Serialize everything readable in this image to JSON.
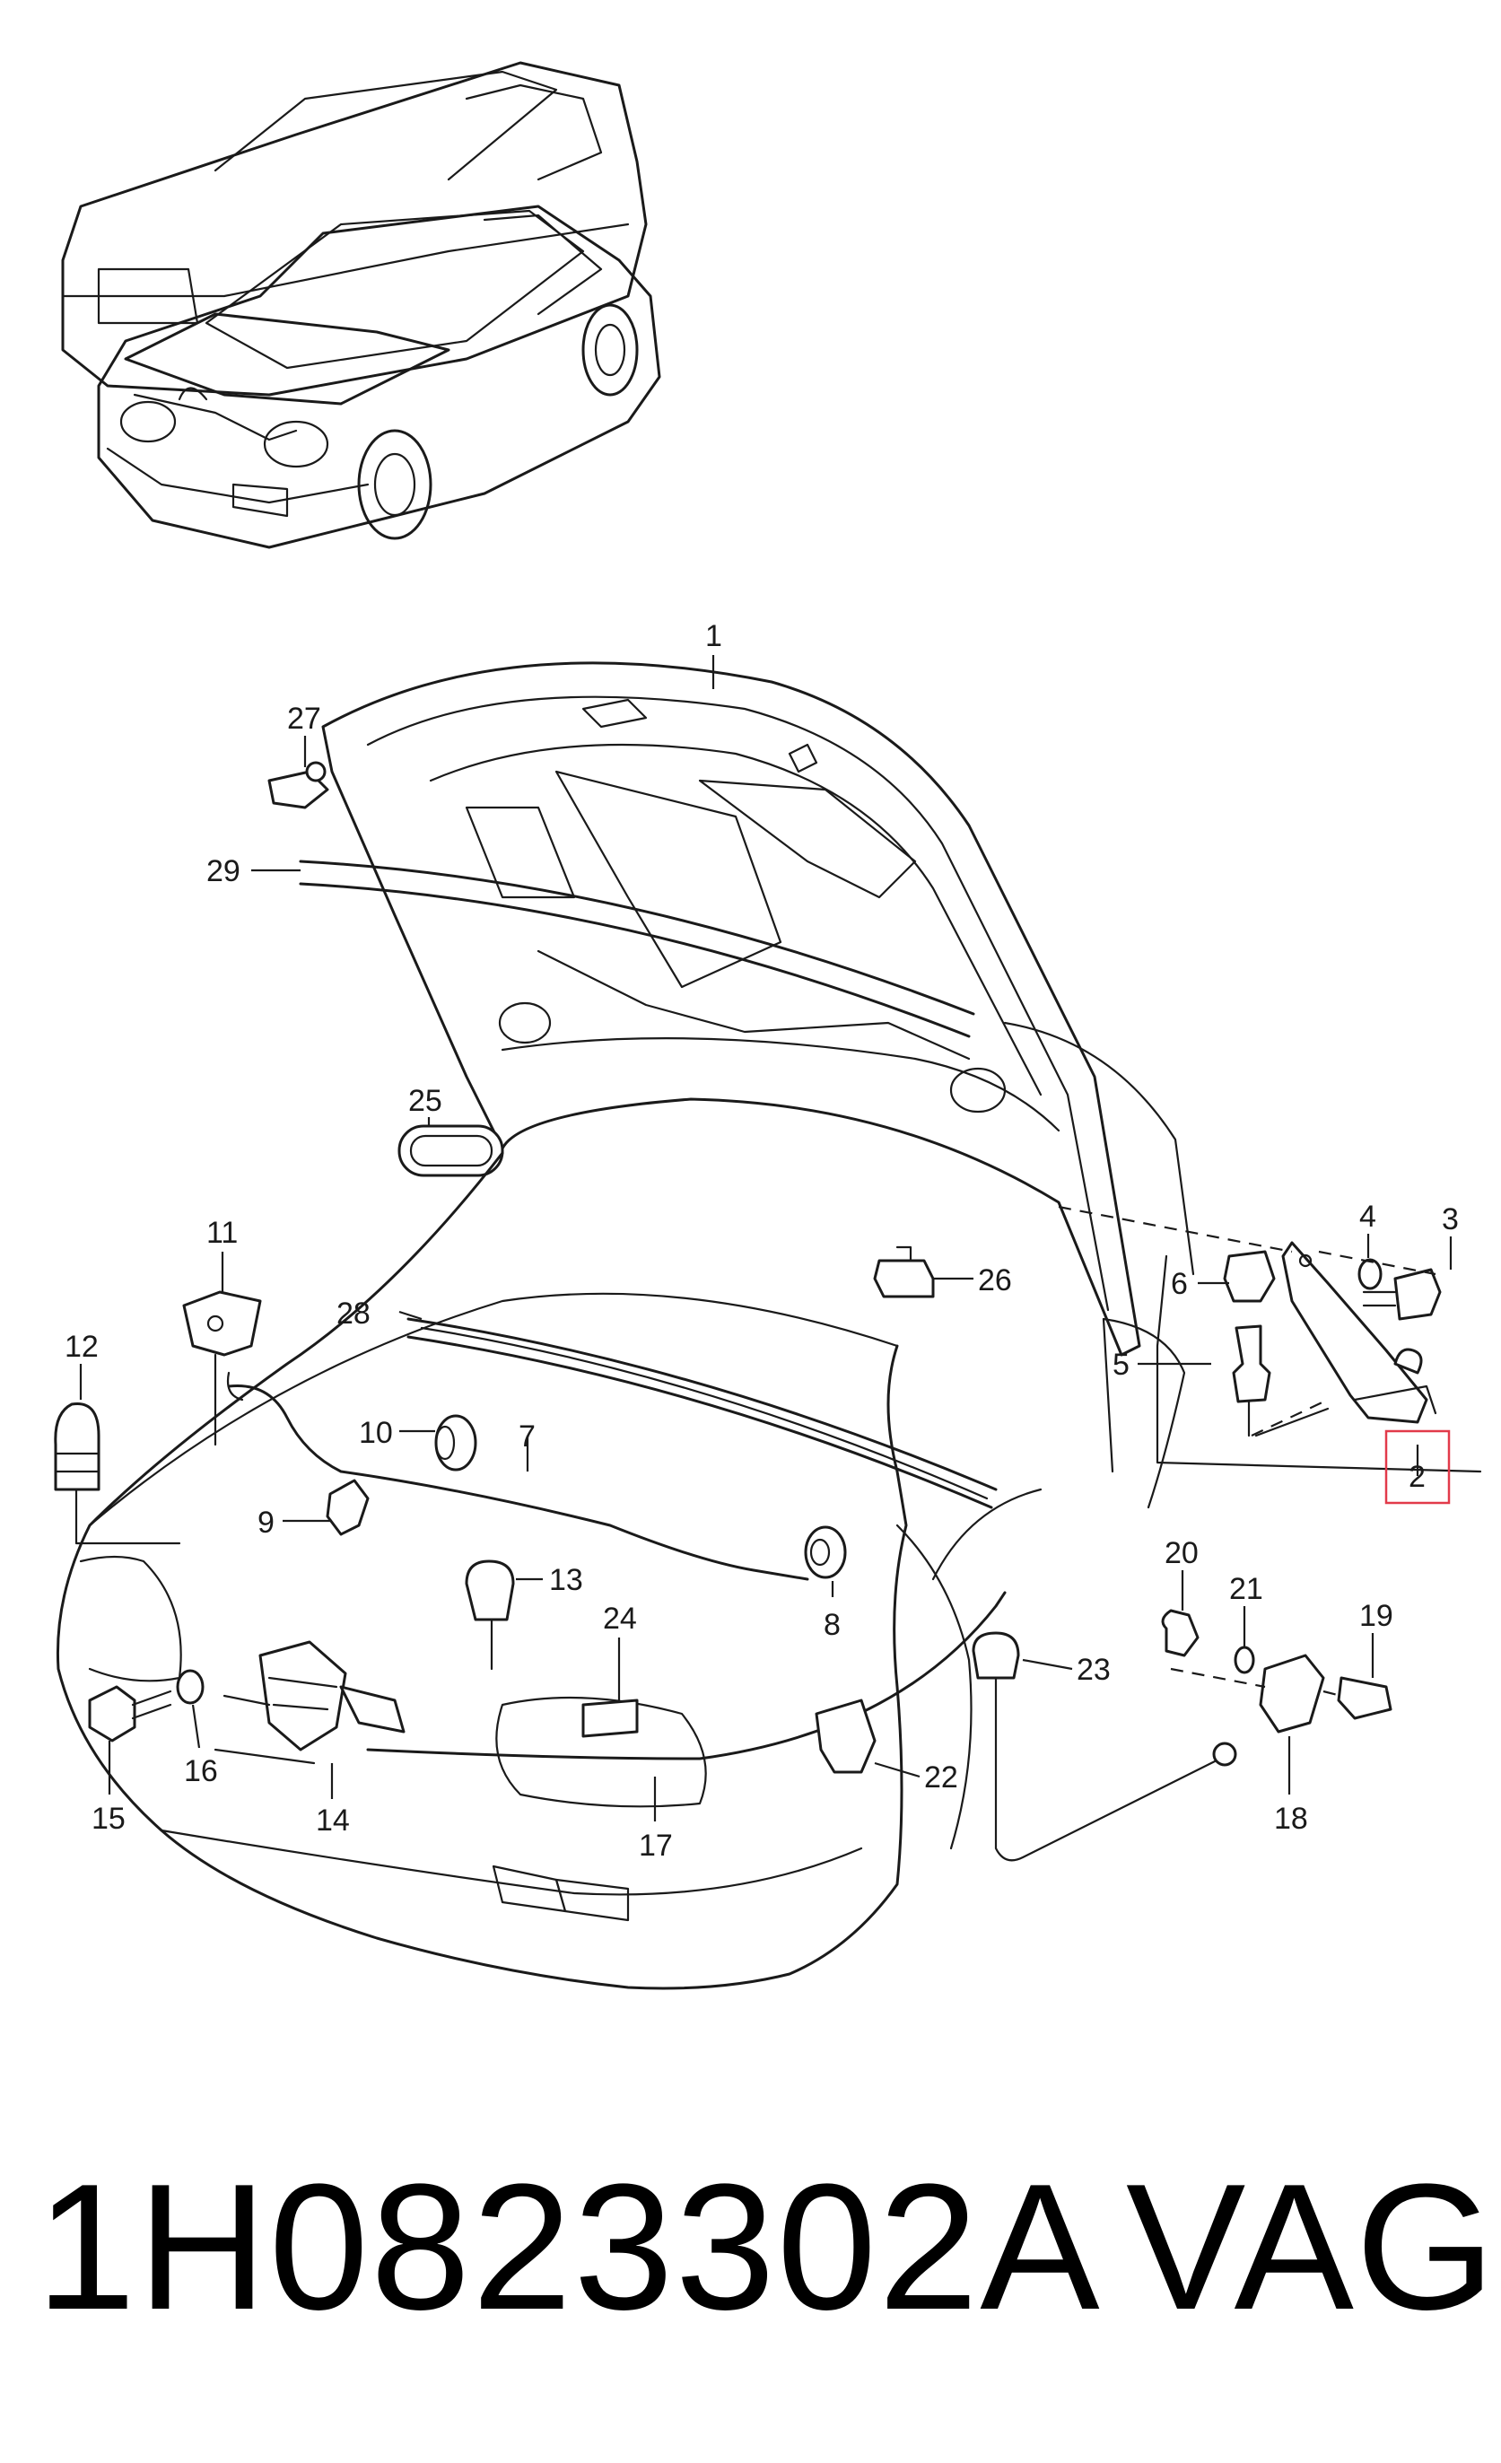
{
  "callouts": [
    {
      "id": "c1",
      "label": "1"
    },
    {
      "id": "c2",
      "label": "2"
    },
    {
      "id": "c3",
      "label": "3"
    },
    {
      "id": "c4",
      "label": "4"
    },
    {
      "id": "c5",
      "label": "5"
    },
    {
      "id": "c6",
      "label": "6"
    },
    {
      "id": "c7",
      "label": "7"
    },
    {
      "id": "c8",
      "label": "8"
    },
    {
      "id": "c9",
      "label": "9"
    },
    {
      "id": "c10",
      "label": "10"
    },
    {
      "id": "c11",
      "label": "11"
    },
    {
      "id": "c12",
      "label": "12"
    },
    {
      "id": "c13",
      "label": "13"
    },
    {
      "id": "c14",
      "label": "14"
    },
    {
      "id": "c15",
      "label": "15"
    },
    {
      "id": "c16",
      "label": "16"
    },
    {
      "id": "c17",
      "label": "17"
    },
    {
      "id": "c18",
      "label": "18"
    },
    {
      "id": "c19",
      "label": "19"
    },
    {
      "id": "c20",
      "label": "20"
    },
    {
      "id": "c21",
      "label": "21"
    },
    {
      "id": "c22",
      "label": "22"
    },
    {
      "id": "c23",
      "label": "23"
    },
    {
      "id": "c24",
      "label": "24"
    },
    {
      "id": "c25",
      "label": "25"
    },
    {
      "id": "c26",
      "label": "26"
    },
    {
      "id": "c27",
      "label": "27"
    },
    {
      "id": "c28",
      "label": "28"
    },
    {
      "id": "c29",
      "label": "29"
    }
  ],
  "highlighted_callout": "2",
  "highlight_color": "#e23a4a",
  "footer": {
    "part_number": "1H0823302A",
    "brand": "VAG"
  }
}
